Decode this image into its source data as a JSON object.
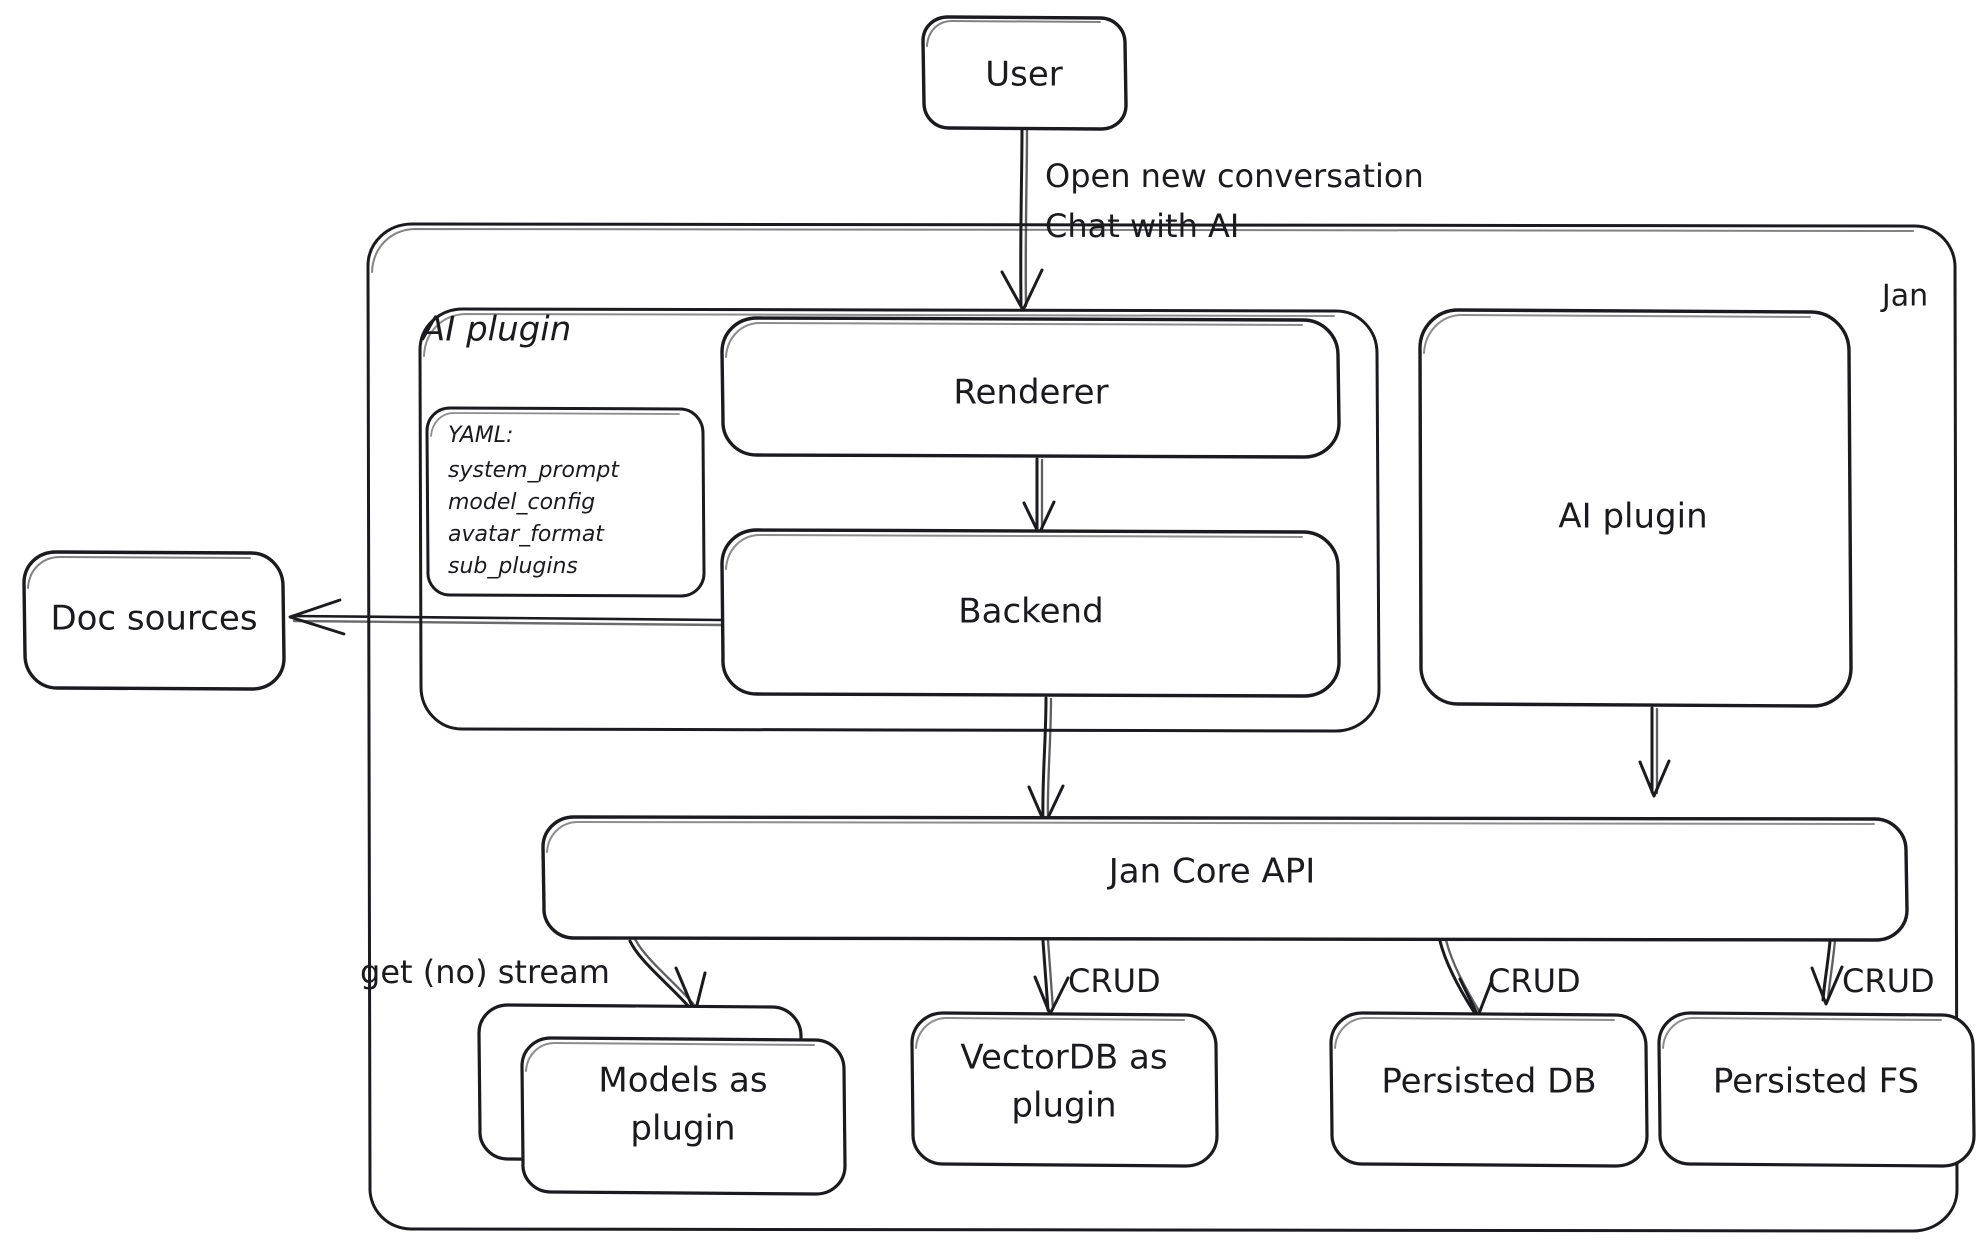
{
  "diagram": {
    "title": "Jan architecture diagram",
    "style": "hand-drawn",
    "stroke_color": "#1b1b1f",
    "background_color": "#ffffff"
  },
  "nodes": {
    "user": "User",
    "jan_container": "Jan",
    "ai_plugin_group": "AI plugin",
    "renderer": "Renderer",
    "backend": "Backend",
    "ai_plugin_box": "AI plugin",
    "doc_sources": "Doc sources",
    "jan_core_api": "Jan Core API",
    "models_line1": "Models as",
    "models_line2": "plugin",
    "vectordb_line1": "VectorDB as",
    "vectordb_line2": "plugin",
    "persisted_db": "Persisted DB",
    "persisted_fs": "Persisted FS"
  },
  "yaml_card": {
    "header": "YAML:",
    "items": [
      "system_prompt",
      "model_config",
      "avatar_format",
      "sub_plugins"
    ]
  },
  "edges": {
    "user_to_renderer_line1": "Open new conversation",
    "user_to_renderer_line2": "Chat with AI",
    "api_to_models": "get (no) stream",
    "api_to_vectordb": "CRUD",
    "api_to_persisted_db": "CRUD",
    "api_to_persisted_fs": "CRUD"
  }
}
